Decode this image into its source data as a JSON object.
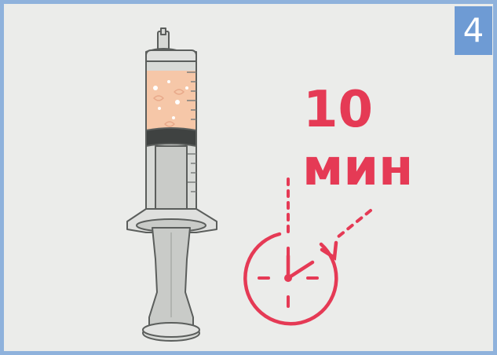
{
  "step": {
    "number": "4"
  },
  "timer": {
    "value": "10",
    "unit": "мин"
  },
  "colors": {
    "background": "#ebecea",
    "frame": "#8fb2dc",
    "badge": "#6e9bd4",
    "accent": "#e53a55",
    "syringe_body": "#c9cbc8",
    "liquid": "#f6c7a8"
  },
  "icons": [
    "syringe-icon",
    "stopwatch-icon"
  ]
}
